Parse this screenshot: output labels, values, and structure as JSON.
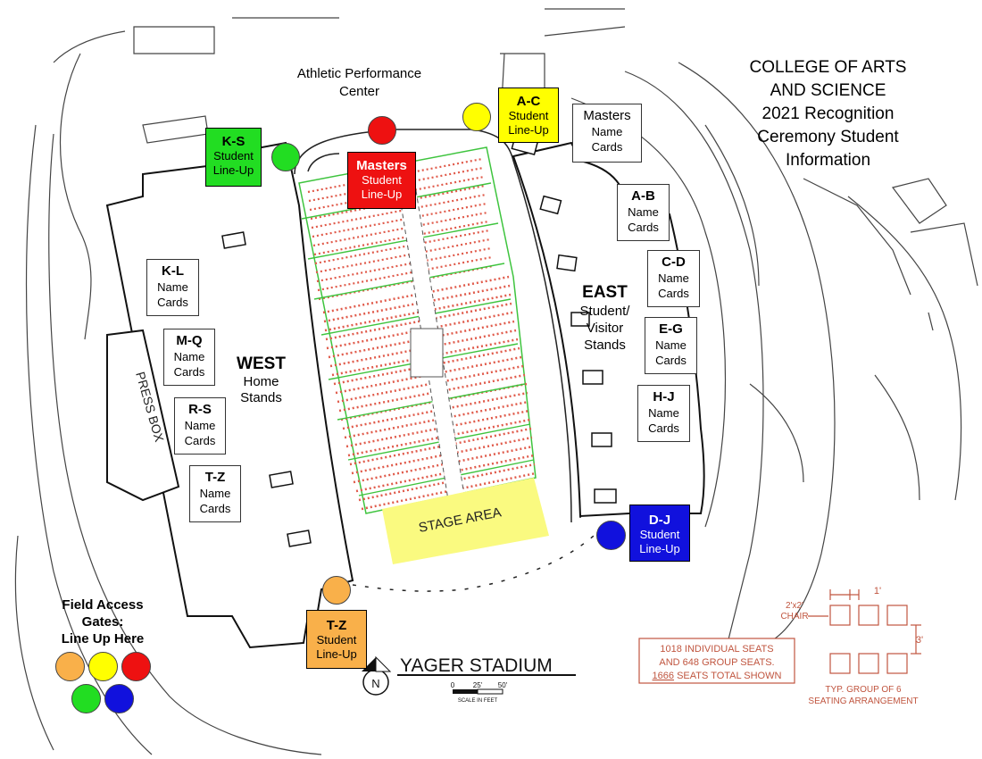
{
  "title": [
    "COLLEGE OF ARTS",
    "AND SCIENCE",
    "2021 Recognition",
    "Ceremony Student",
    "Information"
  ],
  "venue": {
    "building": [
      "Athletic Performance",
      "Center"
    ],
    "stadium_name": "YAGER STADIUM",
    "north_label": "N",
    "scale": {
      "ticks": [
        "0",
        "25'",
        "50'"
      ],
      "caption": "SCALE IN FEET"
    },
    "press_box": "PRESS BOX",
    "stage_area": "STAGE AREA"
  },
  "stands": {
    "west": {
      "name": "WEST",
      "sub": [
        "Home",
        "Stands"
      ]
    },
    "east": {
      "name": "EAST",
      "sub": [
        "Student/",
        "Visitor",
        "Stands"
      ]
    }
  },
  "lineups": {
    "ks": {
      "letters": "K-S",
      "sub": [
        "Student",
        "Line-Up"
      ],
      "color": "#22dd22"
    },
    "masters": {
      "letters": "Masters",
      "sub": [
        "Student",
        "Line-Up"
      ],
      "color": "#ee1111"
    },
    "ac": {
      "letters": "A-C",
      "sub": [
        "Student",
        "Line-Up"
      ],
      "color": "#ffff00"
    },
    "dj": {
      "letters": "D-J",
      "sub": [
        "Student",
        "Line-Up"
      ],
      "color": "#1111dd"
    },
    "tz": {
      "letters": "T-Z",
      "sub": [
        "Student",
        "Line-Up"
      ],
      "color": "#f9b04a"
    }
  },
  "name_cards": {
    "masters": {
      "letters": "Masters",
      "sub": [
        "Name",
        "Cards"
      ]
    },
    "ab": {
      "letters": "A-B",
      "sub": [
        "Name",
        "Cards"
      ]
    },
    "cd": {
      "letters": "C-D",
      "sub": [
        "Name",
        "Cards"
      ]
    },
    "eg": {
      "letters": "E-G",
      "sub": [
        "Name",
        "Cards"
      ]
    },
    "hj": {
      "letters": "H-J",
      "sub": [
        "Name",
        "Cards"
      ]
    },
    "kl": {
      "letters": "K-L",
      "sub": [
        "Name",
        "Cards"
      ]
    },
    "mq": {
      "letters": "M-Q",
      "sub": [
        "Name",
        "Cards"
      ]
    },
    "rs": {
      "letters": "R-S",
      "sub": [
        "Name",
        "Cards"
      ]
    },
    "tz": {
      "letters": "T-Z",
      "sub": [
        "Name",
        "Cards"
      ]
    }
  },
  "legend": {
    "title": [
      "Field Access",
      "Gates:",
      "Line Up Here"
    ],
    "colors": [
      "#f9b04a",
      "#ffff00",
      "#ee1111",
      "#22dd22",
      "#1111dd"
    ]
  },
  "seating_note": [
    "1018 INDIVIDUAL SEATS",
    "AND 648 GROUP SEATS.",
    "1666",
    " SEATS TOTAL SHOWN"
  ],
  "seating_detail": {
    "chair_label": [
      "2'x2'",
      "CHAIR"
    ],
    "spacing_1": "1'",
    "spacing_3": "3'",
    "caption": [
      "TYP. GROUP OF 6",
      "SEATING ARRANGEMENT"
    ]
  },
  "colors": {
    "stage": "#fafa80",
    "seat_red": "#e05a4a",
    "field_green": "#3ec43e",
    "drawing_red": "#c0553f"
  }
}
